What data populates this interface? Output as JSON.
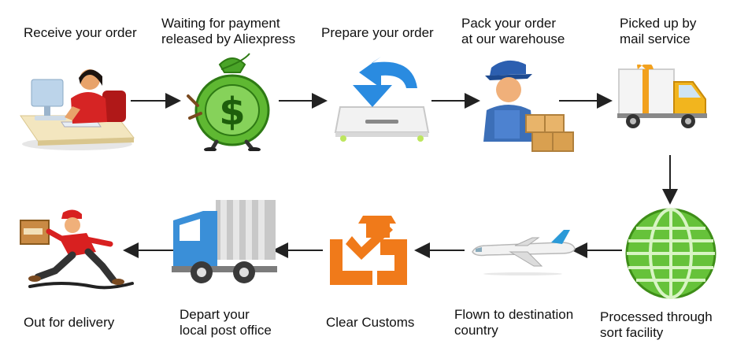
{
  "steps": [
    {
      "id": "receive",
      "label": [
        "Receive your order"
      ],
      "icon": "office-worker-computer-icon"
    },
    {
      "id": "payment",
      "label": [
        "Waiting for payment",
        "released by Aliexpress"
      ],
      "icon": "money-bag-icon"
    },
    {
      "id": "prepare",
      "label": [
        "Prepare your order"
      ],
      "icon": "download-tray-icon"
    },
    {
      "id": "pack",
      "label": [
        "Pack your order",
        "at our warehouse"
      ],
      "icon": "warehouse-worker-boxes-icon"
    },
    {
      "id": "pickup",
      "label": [
        "Picked up by",
        "mail service"
      ],
      "icon": "delivery-truck-gift-icon"
    },
    {
      "id": "sort",
      "label": [
        "Processed through",
        "sort facility"
      ],
      "icon": "green-globe-icon"
    },
    {
      "id": "flown",
      "label": [
        "Flown to destination",
        "country"
      ],
      "icon": "airplane-icon"
    },
    {
      "id": "customs",
      "label": [
        "Clear Customs"
      ],
      "icon": "customs-officer-icon"
    },
    {
      "id": "depart",
      "label": [
        "Depart your",
        "local post office"
      ],
      "icon": "blue-truck-icon"
    },
    {
      "id": "delivery",
      "label": [
        "Out for delivery"
      ],
      "icon": "running-courier-icon"
    }
  ],
  "colors": {
    "arrow": "#222222",
    "money_green": "#5fb832",
    "download_blue": "#2a8be0",
    "worker_blue": "#3c6fb8",
    "globe_green": "#66c23a",
    "customs_orange": "#f07a1a",
    "truck_blue": "#3a8fd8",
    "courier_red": "#d82020"
  }
}
